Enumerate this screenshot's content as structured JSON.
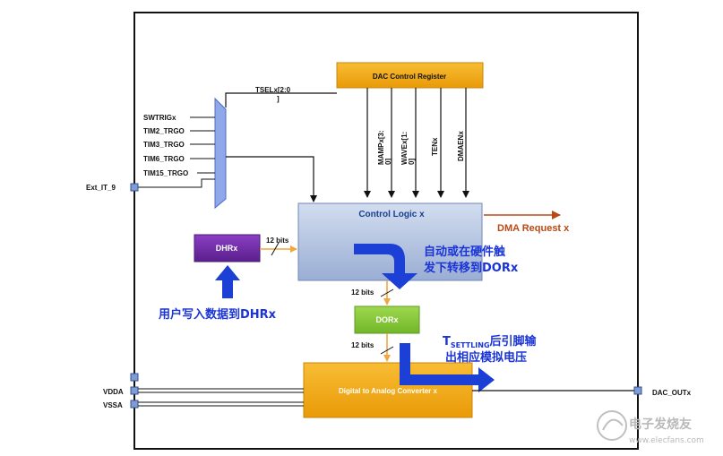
{
  "blocks": {
    "dac_control_register": "DAC Control Register",
    "control_logic": "Control Logic x",
    "dhr": "DHRx",
    "dor": "DORx",
    "dac_converter": "Digital to Analog Converter x"
  },
  "trigger_inputs": [
    "SWTRIGx",
    "TIM2_TRGO",
    "TIM3_TRGO",
    "TIM6_TRGO",
    "TIM15_TRGO"
  ],
  "ext_input": "Ext_IT_9",
  "tsel": {
    "line1": "TSELx[2:0",
    "line2": "]"
  },
  "register_bits": {
    "mamp": {
      "line1": "MAMPx[3:",
      "line2": "0]"
    },
    "wave": {
      "line1": "WAVEx[1:",
      "line2": "0]"
    },
    "ten": "TENx",
    "dmaen": "DMAENx"
  },
  "dma_request": "DMA Request x",
  "bit_labels": {
    "dhr_to_logic": "12 bits",
    "logic_to_dor": "12 bits",
    "dor_to_dac": "12 bits"
  },
  "pins": {
    "vdda": "VDDA",
    "vssa": "VSSA",
    "dac_out": "DAC_OUTx"
  },
  "notes": {
    "auto_transfer": {
      "line1": "自动或在硬件触",
      "line2": "发下转移到DORx"
    },
    "user_write": "用户写入数据到DHRx",
    "settling_t": "T",
    "settling_sub": "SETTLING",
    "settling_rest": "后引脚输",
    "settling_line2": "出相应模拟电压"
  },
  "watermark": {
    "cn": "电子发烧友",
    "url": "www.elecfans.com"
  },
  "colors": {
    "orange_block": "#f5a70f",
    "purple_block": "#6b28a3",
    "green_block": "#86c93a",
    "control_logic_top": "#c9d6ea",
    "control_logic_bottom": "#97acd3",
    "mux_blue": "#8fa8ea",
    "arrow_blue": "#1c3fd6",
    "dma_arrow": "#b84a16",
    "data_path_orange": "#f2a640"
  }
}
